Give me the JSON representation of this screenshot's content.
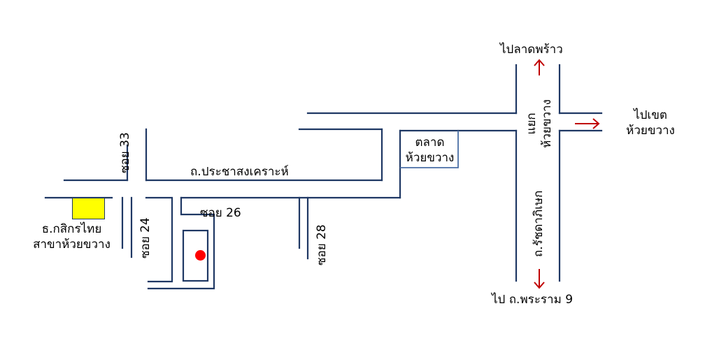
{
  "labels": {
    "to_lat_phrao": "ไปลาดพร้าว",
    "to_khet_line1": "ไปเขต",
    "to_khet_line2": "ห้วยขวาง",
    "intersection_line1": "แยก",
    "intersection_line2": "ห้วยขวาง",
    "ratchada_road": "ถ.รัชดาภิเษก",
    "to_rama9": "ไป  ถ.พระราม 9",
    "market_line1": "ตลาด",
    "market_line2": "ห้วยขวาง",
    "pracha_road": "ถ.ประชาสงเคราะห์",
    "soi33": "ซอย 33",
    "soi24": "ซอย 24",
    "soi26": "ซอย 26",
    "soi28": "ซอย 28",
    "bank_line1": "ธ.กสิกรไทย",
    "bank_line2": "สาขาห้วยขวาง"
  },
  "colors": {
    "road": "#1f3864",
    "arrow": "#c00000",
    "bank": "#ffff00",
    "destination": "#ff0000"
  },
  "icons": {
    "arrow": "direction-arrow-icon",
    "destination": "destination-dot-icon",
    "bank": "bank-marker-icon"
  }
}
